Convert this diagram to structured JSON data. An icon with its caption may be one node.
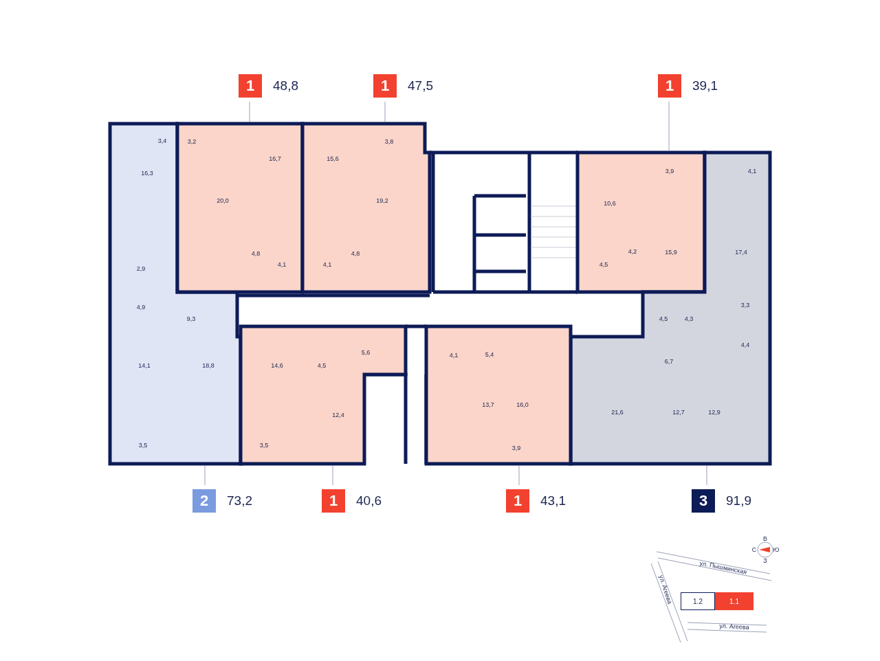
{
  "diagram": {
    "nodes": [
      {
        "text": [
          "1",
          "48,8"
        ]
      },
      {
        "text": [
          "1",
          "47,5"
        ]
      },
      {
        "text": [
          "1",
          "39,1"
        ]
      },
      {
        "text": [
          "3,4",
          "16,3",
          "2,9",
          "4,9",
          "9,3",
          "14,1",
          "18,8",
          "3,5"
        ]
      },
      {
        "text": [
          "3,2",
          "16,7",
          "20,0",
          "4,8",
          "4,1"
        ]
      },
      {
        "text": [
          "15,6",
          "3,8",
          "19,2",
          "4,1",
          "4,8"
        ]
      },
      {
        "text": [
          "10,6",
          "3,9",
          "4,2",
          "15,9",
          "4,5"
        ]
      },
      {
        "text": [
          "4,1",
          "17,4",
          "3,3",
          "4,5",
          "4,3",
          "4,4",
          "6,7",
          "21,6",
          "12,7",
          "12,9"
        ]
      },
      {
        "text": [
          "5,6",
          "14,6",
          "4,5",
          "12,4",
          "3,5"
        ]
      },
      {
        "text": [
          "4,1",
          "5,4",
          "13,7",
          "16,0",
          "3,9"
        ]
      },
      {
        "text": [
          "2",
          "73,2"
        ]
      },
      {
        "text": [
          "1",
          "40,6"
        ]
      },
      {
        "text": [
          "1",
          "43,1"
        ]
      },
      {
        "text": [
          "3",
          "91,9"
        ]
      },
      {
        "text": [
          "1.2"
        ]
      },
      {
        "text": [
          "1.1"
        ]
      }
    ],
    "edges": [
      {
        "from": 0,
        "to": 4,
        "arrow": "none"
      },
      {
        "from": 1,
        "to": 5,
        "arrow": "none"
      },
      {
        "from": 2,
        "to": 6,
        "arrow": "none"
      },
      {
        "from": 10,
        "to": 3,
        "arrow": "none"
      },
      {
        "from": 11,
        "to": 8,
        "arrow": "none"
      },
      {
        "from": 12,
        "to": 9,
        "arrow": "none"
      },
      {
        "from": 13,
        "to": 7,
        "arrow": "none"
      }
    ],
    "labels": [
      "В",
      "С",
      "Ю",
      "З",
      "ул. Пышминская",
      "ул. Агеева",
      "ул. Агеева"
    ]
  }
}
